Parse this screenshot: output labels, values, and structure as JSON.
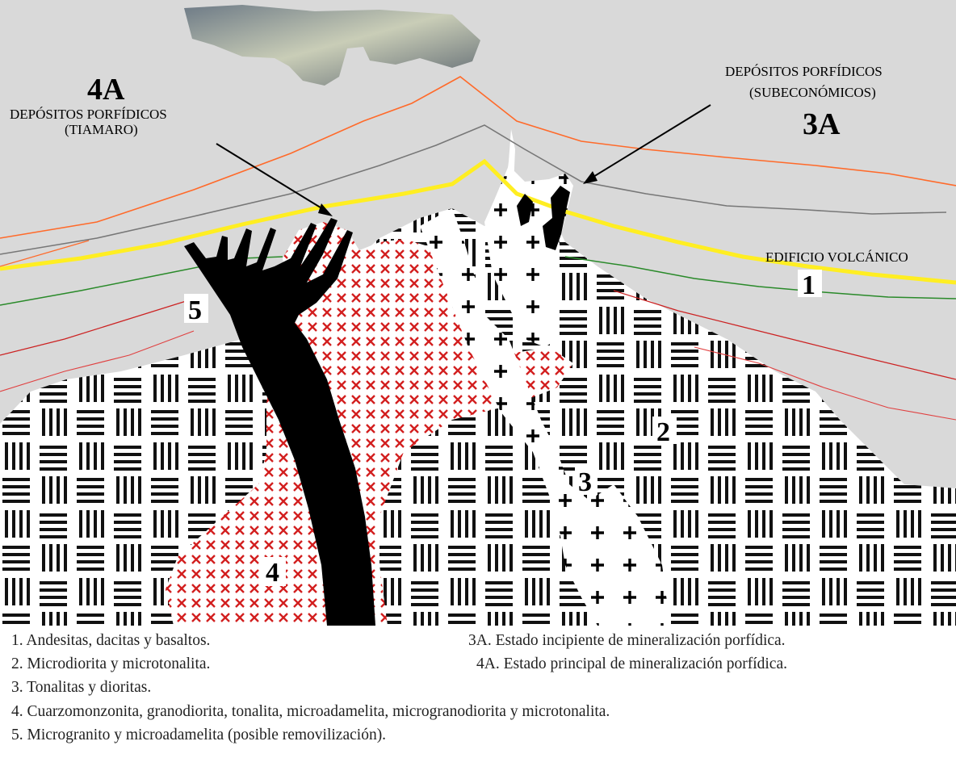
{
  "labels": {
    "label_4a": "4A",
    "label_4a_line1": "DEPÓSITOS PORFÍDICOS",
    "label_4a_line2": "(TIAMARO)",
    "label_3a_line1": "DEPÓSITOS PORFÍDICOS",
    "label_3a_line2": "(SUBECONÓMICOS)",
    "label_3a": "3A",
    "edificio": "EDIFICIO VOLCÁNICO",
    "unit_1": "1",
    "unit_2": "2",
    "unit_3": "3",
    "unit_4": "4",
    "unit_5": "5"
  },
  "legend": {
    "item_1": "1. Andesitas, dacitas y basaltos.",
    "item_2": "2. Microdiorita y microtonalita.",
    "item_3": "3. Tonalitas y dioritas.",
    "item_4": "4. Cuarzomonzonita, granodiorita, tonalita, microadamelita, microgranodiorita y microtonalita.",
    "item_5": "5. Microgranito y microadamelita (posible removilización).",
    "item_3a": "3A. Estado incipiente de mineralización porfídica.",
    "item_4a": "4A. Estado principal de mineralización porfídica."
  },
  "colors": {
    "sky": "#d9d9d9",
    "orange_line": "#ff6a2a",
    "grey_line": "#777777",
    "yellow_line": "#ffee22",
    "green_line": "#2a8a2a",
    "red_line": "#cc2222",
    "hatch_red": "#d21f1f",
    "intrusive_black": "#000000"
  }
}
